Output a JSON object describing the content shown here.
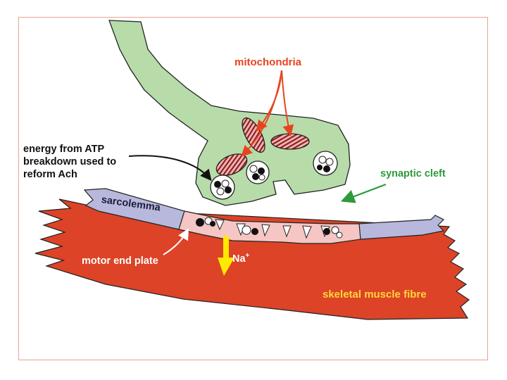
{
  "labels": {
    "mitochondria": "mitochondria",
    "energy": "energy from ATP breakdown used to reform Ach",
    "synaptic": "synaptic cleft",
    "sarcolemma": "sarcolemma",
    "motor_end_plate": "motor end plate",
    "na": "Na",
    "na_charge": "+",
    "skeletal_muscle_fibre": "skeletal muscle fibre"
  },
  "colors": {
    "neuron": "#b7dcaa",
    "muscle": "#dd4327",
    "end_plate": "#f5c6c3",
    "sarcolemma": "#b7b8dc",
    "mito_label": "#e8431f",
    "synaptic_label": "#2e9a3c",
    "ion_arrow": "#ffea00"
  }
}
